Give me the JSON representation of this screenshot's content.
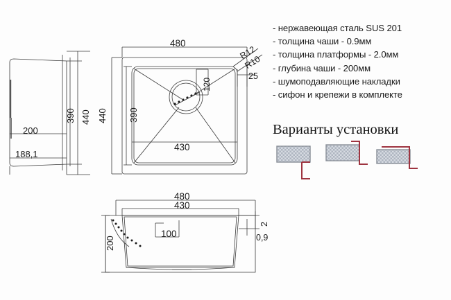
{
  "spec": {
    "items": [
      "- нержавеющая сталь SUS 201",
      "- толщина чаши - 0.9мм",
      "- толщина платформы - 2.0мм",
      "- глубина чаши - 200мм",
      "- шумоподавляющие накладки",
      "- сифон и крепежи в комплекте"
    ]
  },
  "variants": {
    "title": "Варианты установки",
    "count": 3
  },
  "drawings": {
    "side_view": {
      "depth_label": "200",
      "bottom_label": "188,1",
      "inner_height_label": "390",
      "outer_height_label": "440"
    },
    "top_view": {
      "width_label": "480",
      "inner_width_label": "430",
      "outer_height_label": "440",
      "inner_height_label": "390",
      "drain_offset_label": "120",
      "edge_label": "25",
      "radius_outer_label": "R12",
      "radius_inner_label": "R10"
    },
    "front_view": {
      "width_label": "480",
      "inner_width_label": "430",
      "depth_label": "200",
      "drain_width_label": "100",
      "platform_thickness_label": "2",
      "bowl_thickness_label": "0,9"
    }
  },
  "colors": {
    "line": "#3a3a3a",
    "text": "#1a1a1a",
    "accent_red": "#9e3440",
    "hatch_fill": "#c8cdd6",
    "hatch_border": "#8a8f98",
    "background": "#fdfdfd"
  }
}
